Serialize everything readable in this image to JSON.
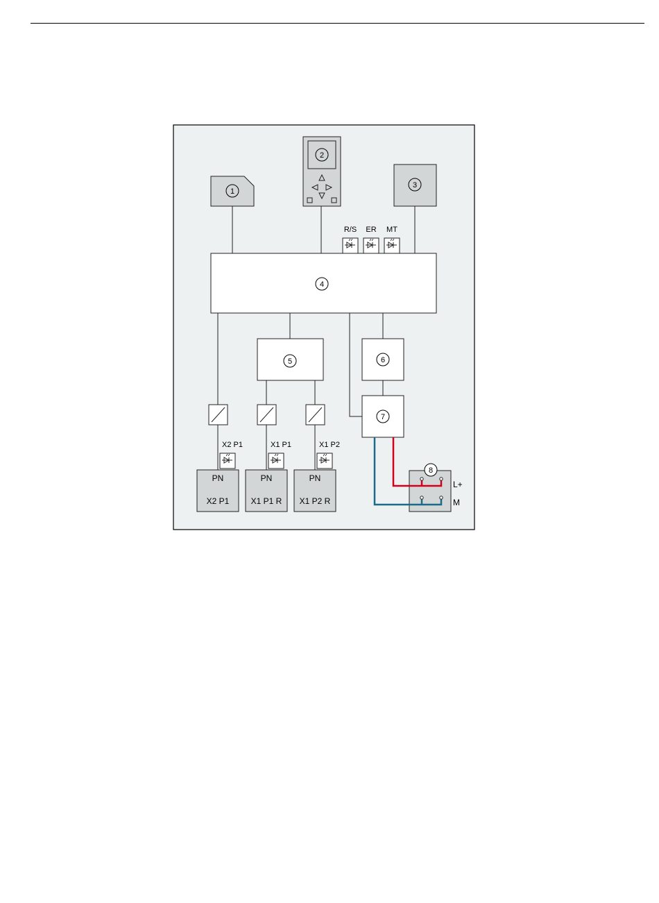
{
  "callouts": {
    "c1": "1",
    "c2": "2",
    "c3": "3",
    "c4": "4",
    "c5": "5",
    "c6": "6",
    "c7": "7",
    "c8": "8"
  },
  "status_leds": {
    "rs": "R/S",
    "er": "ER",
    "mt": "MT"
  },
  "port_leds": {
    "x2p1": "X2 P1",
    "x1p1": "X1 P1",
    "x1p2": "X1 P2"
  },
  "ports": [
    {
      "type": "PN",
      "name": "X2 P1"
    },
    {
      "type": "PN",
      "name": "X1 P1 R"
    },
    {
      "type": "PN",
      "name": "X1 P2 R"
    }
  ],
  "power": {
    "plus": "L+",
    "minus": "M"
  },
  "colors": {
    "panel_bg": "#edf1f1",
    "box_gray": "#d3d6d6",
    "wire_red": "#d0021b",
    "wire_blue": "#1a6a8a"
  },
  "icons": [
    "sd-card-icon",
    "display-icon",
    "nav-arrows-icon",
    "led-icon",
    "transformer-icon",
    "terminal-icon"
  ]
}
